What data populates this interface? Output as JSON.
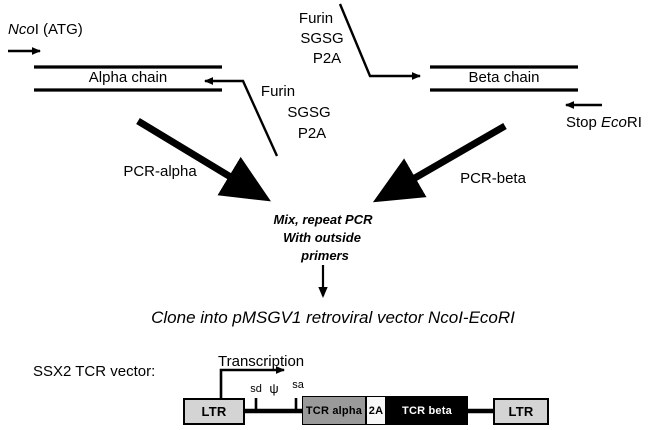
{
  "figure": {
    "title": "TCR alpha/beta 2A retroviral vector cloning scheme",
    "background_color": "#ffffff",
    "ink_color": "#000000"
  },
  "top_left": {
    "enzyme_label_italic": "Nco",
    "enzyme_label_rest": "I (ATG)",
    "chain_label": "Alpha chain"
  },
  "top_right": {
    "chain_label": "Beta chain",
    "stop_label_pre": "Stop ",
    "stop_label_italic": "Eco",
    "stop_label_post": "RI"
  },
  "linkers": {
    "upper": {
      "line1": "Furin",
      "line2": "SGSG",
      "line3": "P2A"
    },
    "lower": {
      "line1": "Furin",
      "line2": "SGSG",
      "line3": "P2A"
    }
  },
  "pcr": {
    "alpha_label": "PCR-alpha",
    "beta_label": "PCR-beta"
  },
  "mix_step": {
    "line1": "Mix, repeat PCR",
    "line2": "With outside",
    "line3": "primers"
  },
  "clone_step": {
    "text": "Clone into pMSGV1 retroviral vector NcoI-EcoRI"
  },
  "vector": {
    "caption": "SSX2 TCR vector:",
    "transcription_label": "Transcription",
    "site_sd": "sd",
    "site_psi": "ψ",
    "site_sa": "sa",
    "elements": [
      {
        "name": "LTR",
        "label": "LTR",
        "fill": "#d4d4d4",
        "text_color": "#000000"
      },
      {
        "name": "TCR alpha",
        "label": "TCR alpha",
        "fill": "#9a9a9a",
        "text_color": "#000000"
      },
      {
        "name": "2A",
        "label": "2A",
        "fill": "#f7f7f7",
        "text_color": "#000000"
      },
      {
        "name": "TCR beta",
        "label": "TCR beta",
        "fill": "#000000",
        "text_color": "#ffffff"
      },
      {
        "name": "LTR",
        "label": "LTR",
        "fill": "#d4d4d4",
        "text_color": "#000000"
      }
    ]
  }
}
